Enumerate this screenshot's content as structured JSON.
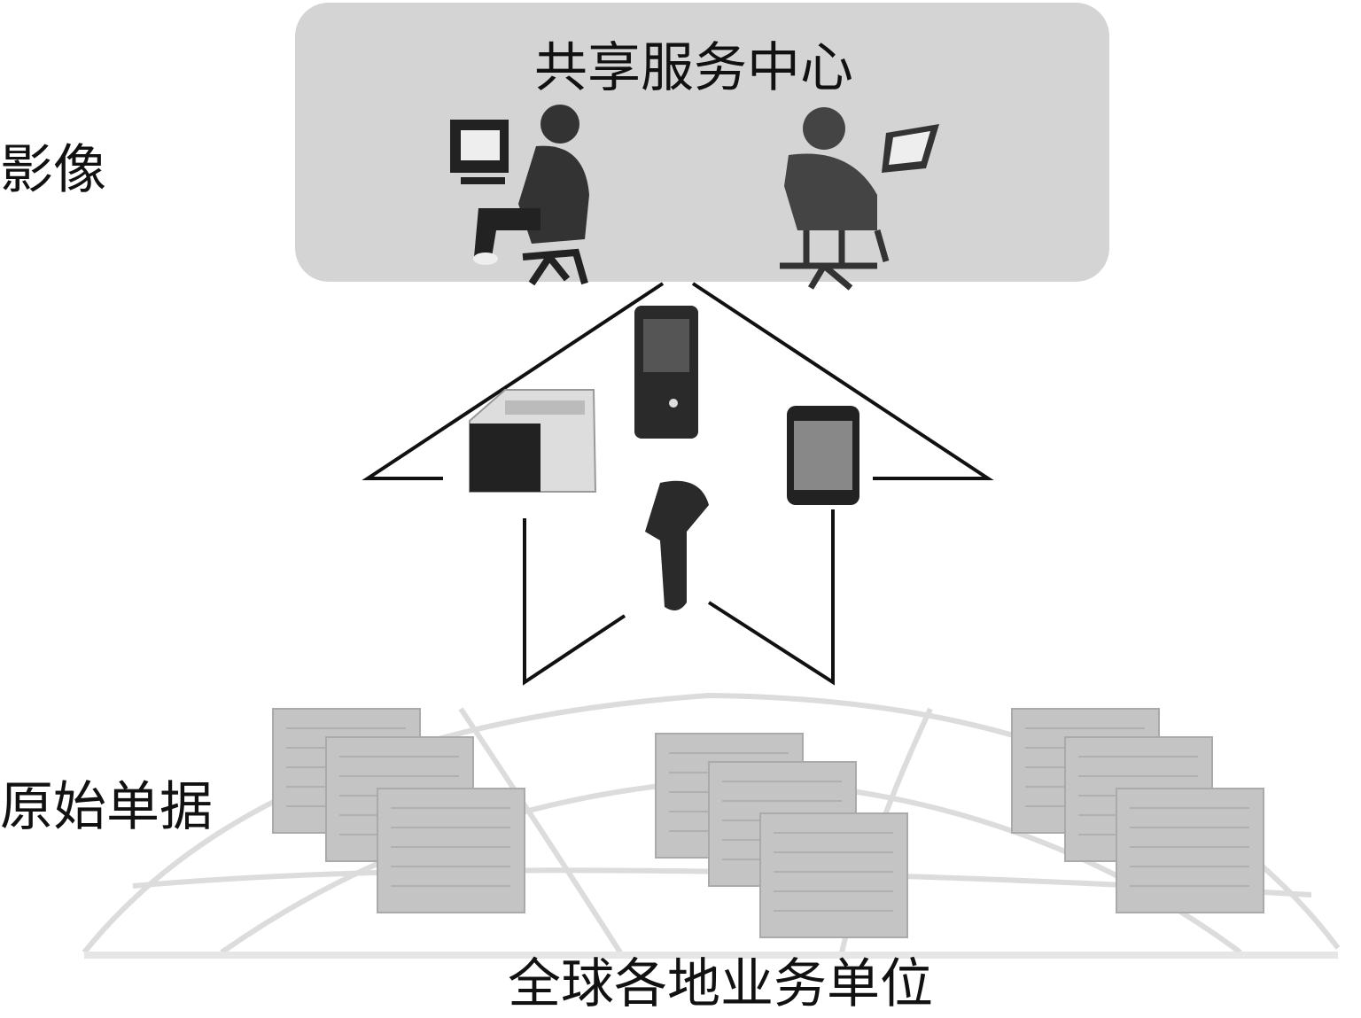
{
  "center": {
    "title": "共享服务中心"
  },
  "labels": {
    "image": "影像",
    "original_docs": "原始单据",
    "units": "全球各地业务单位"
  },
  "colors": {
    "center_box": "#d4d4d4",
    "line": "#111111",
    "doc": "#c4c4c4"
  }
}
